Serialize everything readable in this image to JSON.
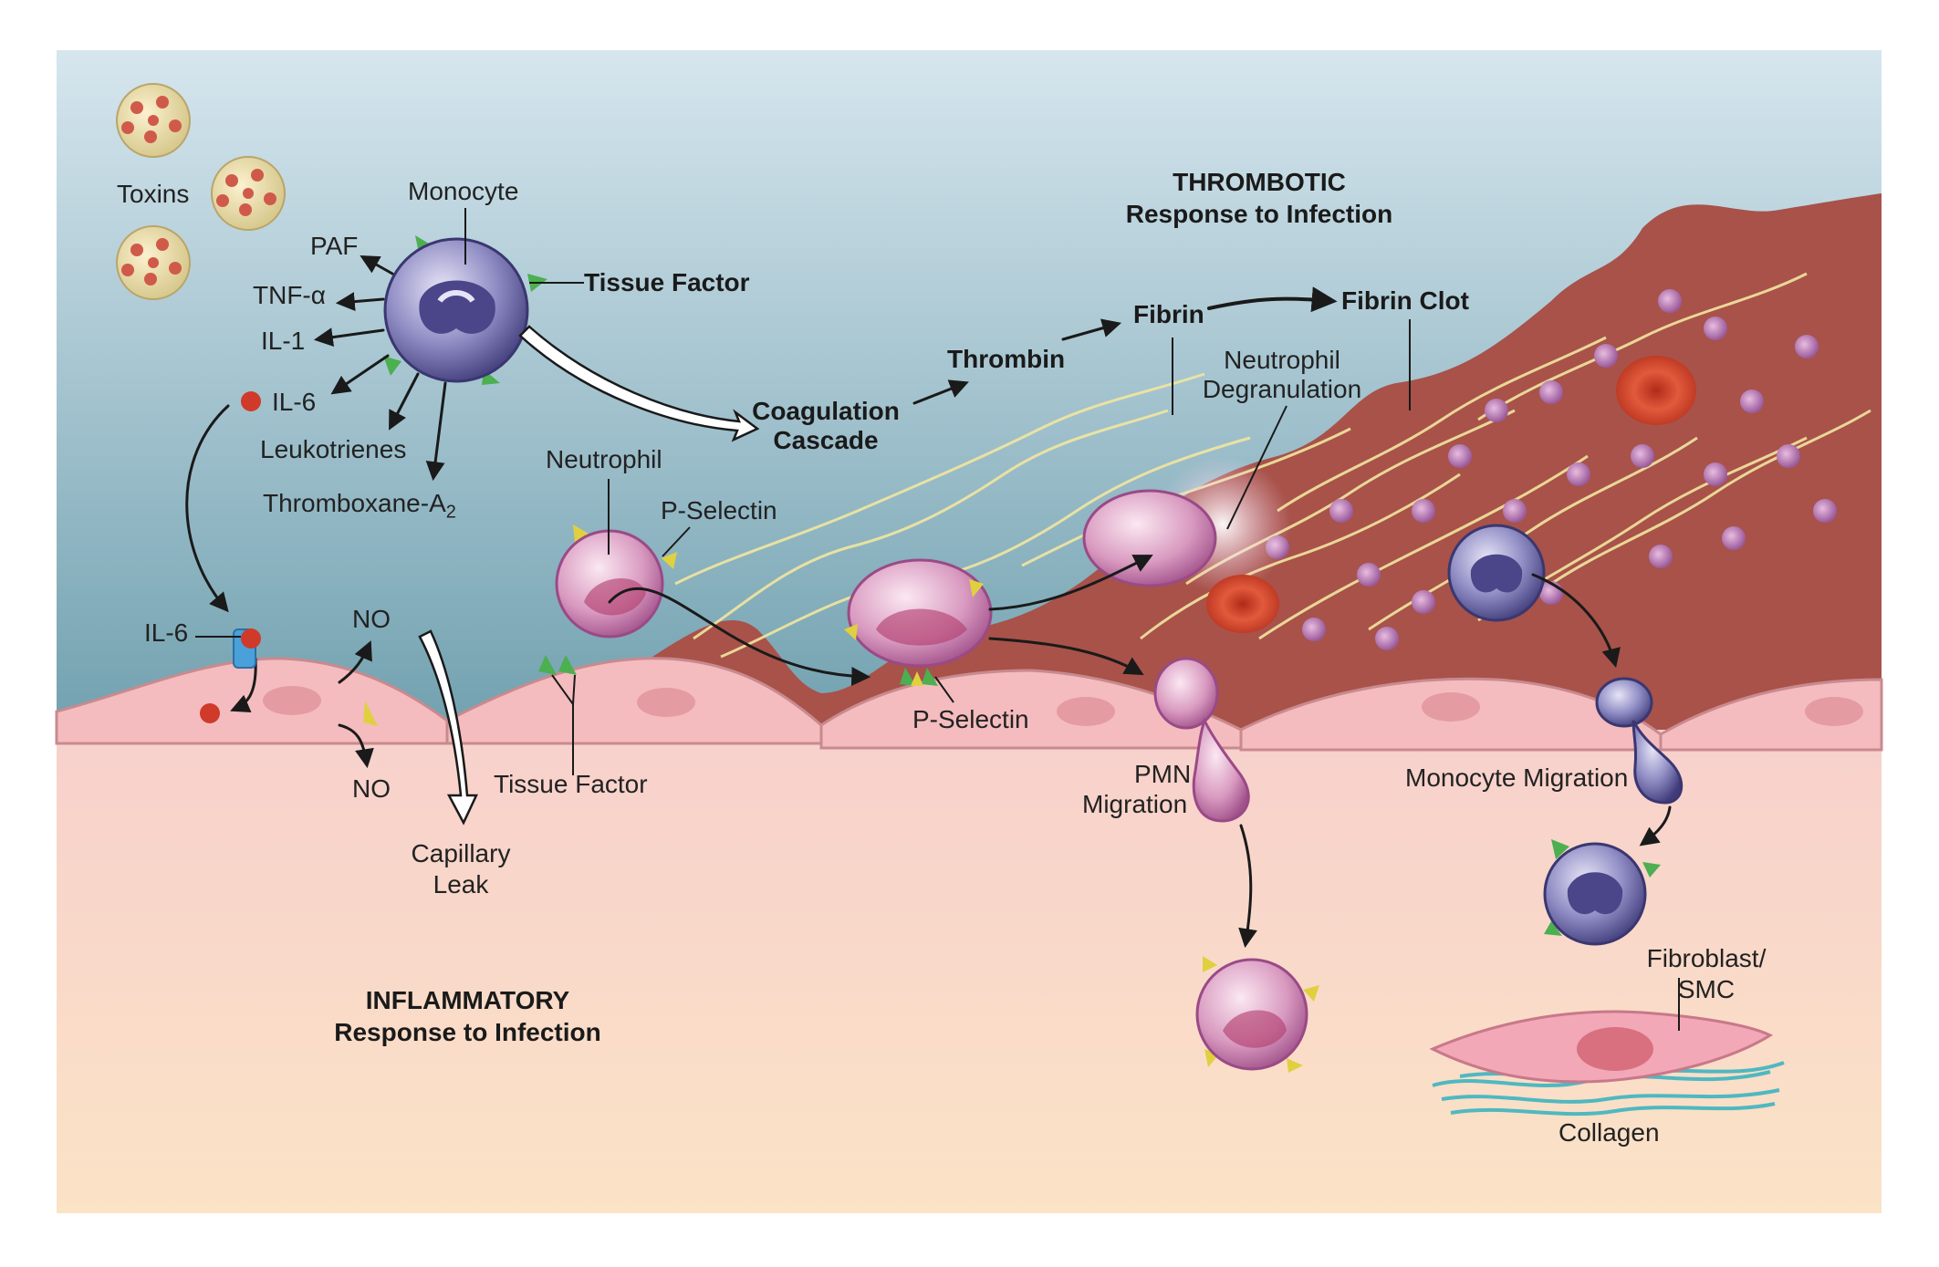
{
  "labels": {
    "toxins": "Toxins",
    "monocyte": "Monocyte",
    "paf": "PAF",
    "tnf": "TNF-α",
    "il1": "IL-1",
    "il6_top": "IL-6",
    "leukotrienes": "Leukotrienes",
    "thromboxane": "Thromboxane-A",
    "thromboxane_sub": "2",
    "tissue_factor_top": "Tissue Factor",
    "coagulation_line1": "Coagulation",
    "coagulation_line2": "Cascade",
    "thrombin": "Thrombin",
    "fibrin": "Fibrin",
    "fibrin_clot": "Fibrin Clot",
    "thrombotic_line1": "THROMBOTIC",
    "thrombotic_line2": "Response to Infection",
    "neutrophil_degranulation_line1": "Neutrophil",
    "neutrophil_degranulation_line2": "Degranulation",
    "neutrophil": "Neutrophil",
    "p_selectin_top": "P-Selectin",
    "il6_left": "IL-6",
    "no_top": "NO",
    "no_bottom": "NO",
    "tissue_factor_bottom": "Tissue Factor",
    "p_selectin_bottom": "P-Selectin",
    "capillary_leak_line1": "Capillary",
    "capillary_leak_line2": "Leak",
    "pmn_migration_line1": "PMN",
    "pmn_migration_line2": "Migration",
    "monocyte_migration": "Monocyte Migration",
    "fibroblast_line1": "Fibroblast/",
    "fibroblast_line2": "SMC",
    "collagen": "Collagen",
    "inflammatory_line1": "INFLAMMATORY",
    "inflammatory_line2": "Response to Infection"
  },
  "colors": {
    "lumen_top": "#d6e6ee",
    "lumen_bottom": "#6f9fae",
    "tissue_top": "#f7d0cc",
    "tissue_bottom": "#fbe3c6",
    "endothelium": "#f4bcbf",
    "clot": "#a8524a",
    "monocyte": "#5e5a9a",
    "neutrophil": "#c77ab0",
    "rbc": "#d0402a",
    "fibrin_strand": "#f2e6a0",
    "tissue_factor": "#4caf50",
    "p_selectin": "#e0d040",
    "collagen": "#4fb8c0",
    "text": "#222222"
  }
}
